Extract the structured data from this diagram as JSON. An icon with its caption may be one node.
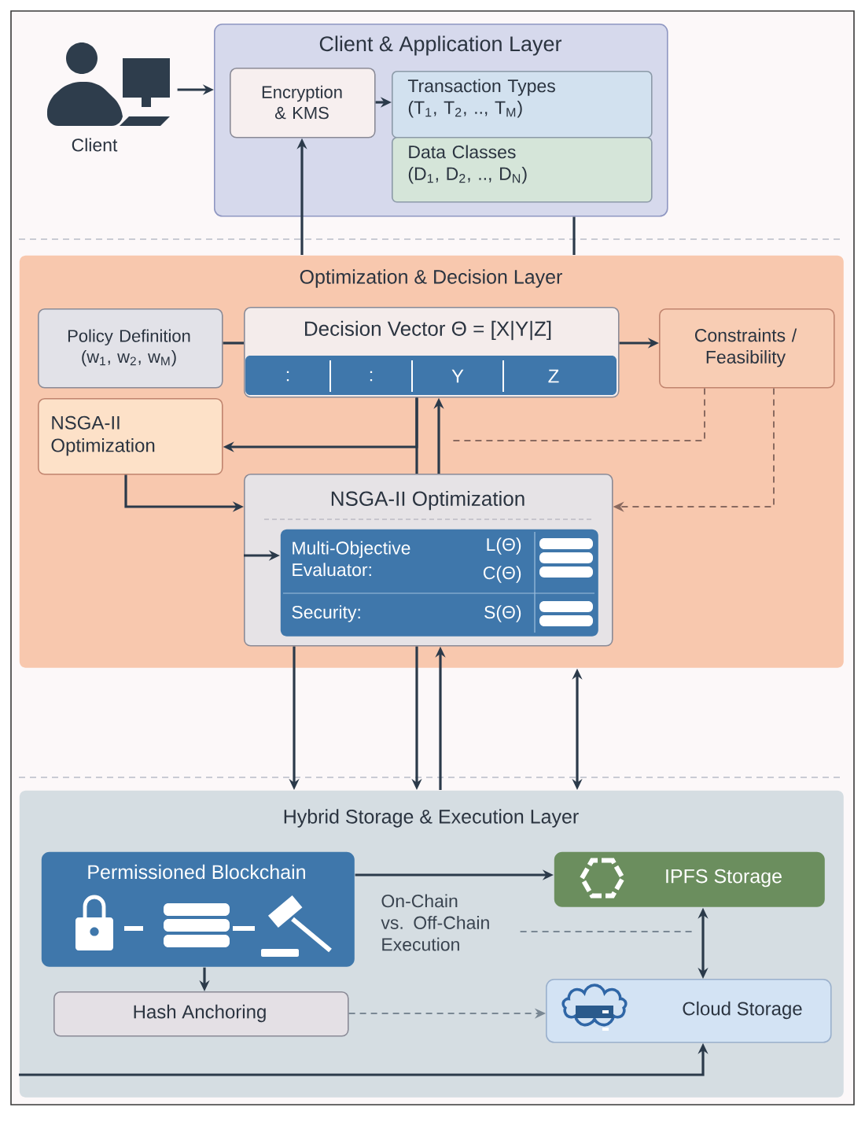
{
  "diagram": {
    "nodes": [
      {
        "text": [
          "Client & Application Layer"
        ]
      },
      {
        "text": [
          "Client"
        ]
      },
      {
        "text": [
          "Encryption & KMS"
        ],
        "in": 0
      },
      {
        "text": [
          "Transaction Types (T$_{1}$, T$_{2}$, .., T$_{M}$)"
        ],
        "in": 0
      },
      {
        "text": [
          "Data Classes (D$_{1}$, D$_{2}$, .., D$_{N}$)"
        ],
        "in": 0
      },
      {
        "text": [
          "Optimization & Decision Layer"
        ]
      },
      {
        "text": [
          "Policy Definition (w$_{1}$, w$_{2}$, w$_{M}$)"
        ],
        "in": 5
      },
      {
        "text": [
          "Decision Vector Θ = [X|Y|Z]",
          ":",
          ":",
          "Y",
          "Z"
        ],
        "in": 5
      },
      {
        "text": [
          "Constraints / Feasibility"
        ],
        "in": 5
      },
      {
        "text": [
          "NSGA-II Optimization"
        ],
        "in": 5
      },
      {
        "text": [
          "NSGA-II Optimization"
        ],
        "in": 5
      },
      {
        "text": [
          "Multi-Objective Evaluator:",
          "L(Θ)",
          "C(Θ)",
          "Security:",
          "S(Θ)"
        ],
        "in": 10
      },
      {
        "text": [
          "Hybrid Storage & Execution Layer"
        ]
      },
      {
        "text": [
          "Permissioned Blockchain"
        ],
        "in": 12
      },
      {
        "text": [
          "IPFS Storage"
        ],
        "in": 12
      },
      {
        "text": [
          "Hash Anchoring"
        ],
        "in": 12
      },
      {
        "text": [
          "Cloud Storage"
        ],
        "in": 12
      },
      {
        "text": [
          "On-Chain vs. Off-Chain Execution"
        ],
        "in": 12
      }
    ],
    "edges": [
      {
        "from": 1,
        "to": 0,
        "arrow": "to"
      },
      {
        "from": 2,
        "to": 3,
        "arrow": "to"
      },
      {
        "from": 5,
        "to": 2,
        "arrow": "to"
      },
      {
        "from": 0,
        "to": 5,
        "arrow": "none"
      },
      {
        "from": 6,
        "to": 7,
        "arrow": "none"
      },
      {
        "from": 7,
        "to": 8,
        "arrow": "to"
      },
      {
        "from": 7,
        "to": 9,
        "arrow": "to"
      },
      {
        "from": 7,
        "to": 10,
        "arrow": "none"
      },
      {
        "from": 10,
        "to": 7,
        "arrow": "to"
      },
      {
        "from": 9,
        "to": 10,
        "arrow": "to"
      },
      {
        "from": 8,
        "to": null,
        "arrow": "none",
        "style": "dashed",
        "color": "#8a6a60"
      },
      {
        "from": 8,
        "to": 10,
        "arrow": "to",
        "style": "dashed",
        "color": "#8a6a60"
      },
      {
        "from": 10,
        "to": 11,
        "arrow": "to"
      },
      {
        "from": 10,
        "to": 12,
        "arrow": "to"
      },
      {
        "from": 10,
        "to": 12,
        "arrow": "to"
      },
      {
        "from": 12,
        "to": 10,
        "arrow": "to"
      },
      {
        "from": 5,
        "to": 12,
        "arrow": "both"
      },
      {
        "from": 13,
        "to": 14,
        "arrow": "to"
      },
      {
        "from": 13,
        "to": 15,
        "arrow": "to"
      },
      {
        "from": 15,
        "to": 16,
        "arrow": "to",
        "style": "dashed",
        "color": "#7a8894"
      },
      {
        "from": 14,
        "to": 16,
        "arrow": "both"
      },
      {
        "from": null,
        "to": 16,
        "arrow": "to"
      },
      {
        "from": 17,
        "to": null,
        "arrow": "none",
        "style": "dashed",
        "color": "#7a8894"
      }
    ]
  }
}
